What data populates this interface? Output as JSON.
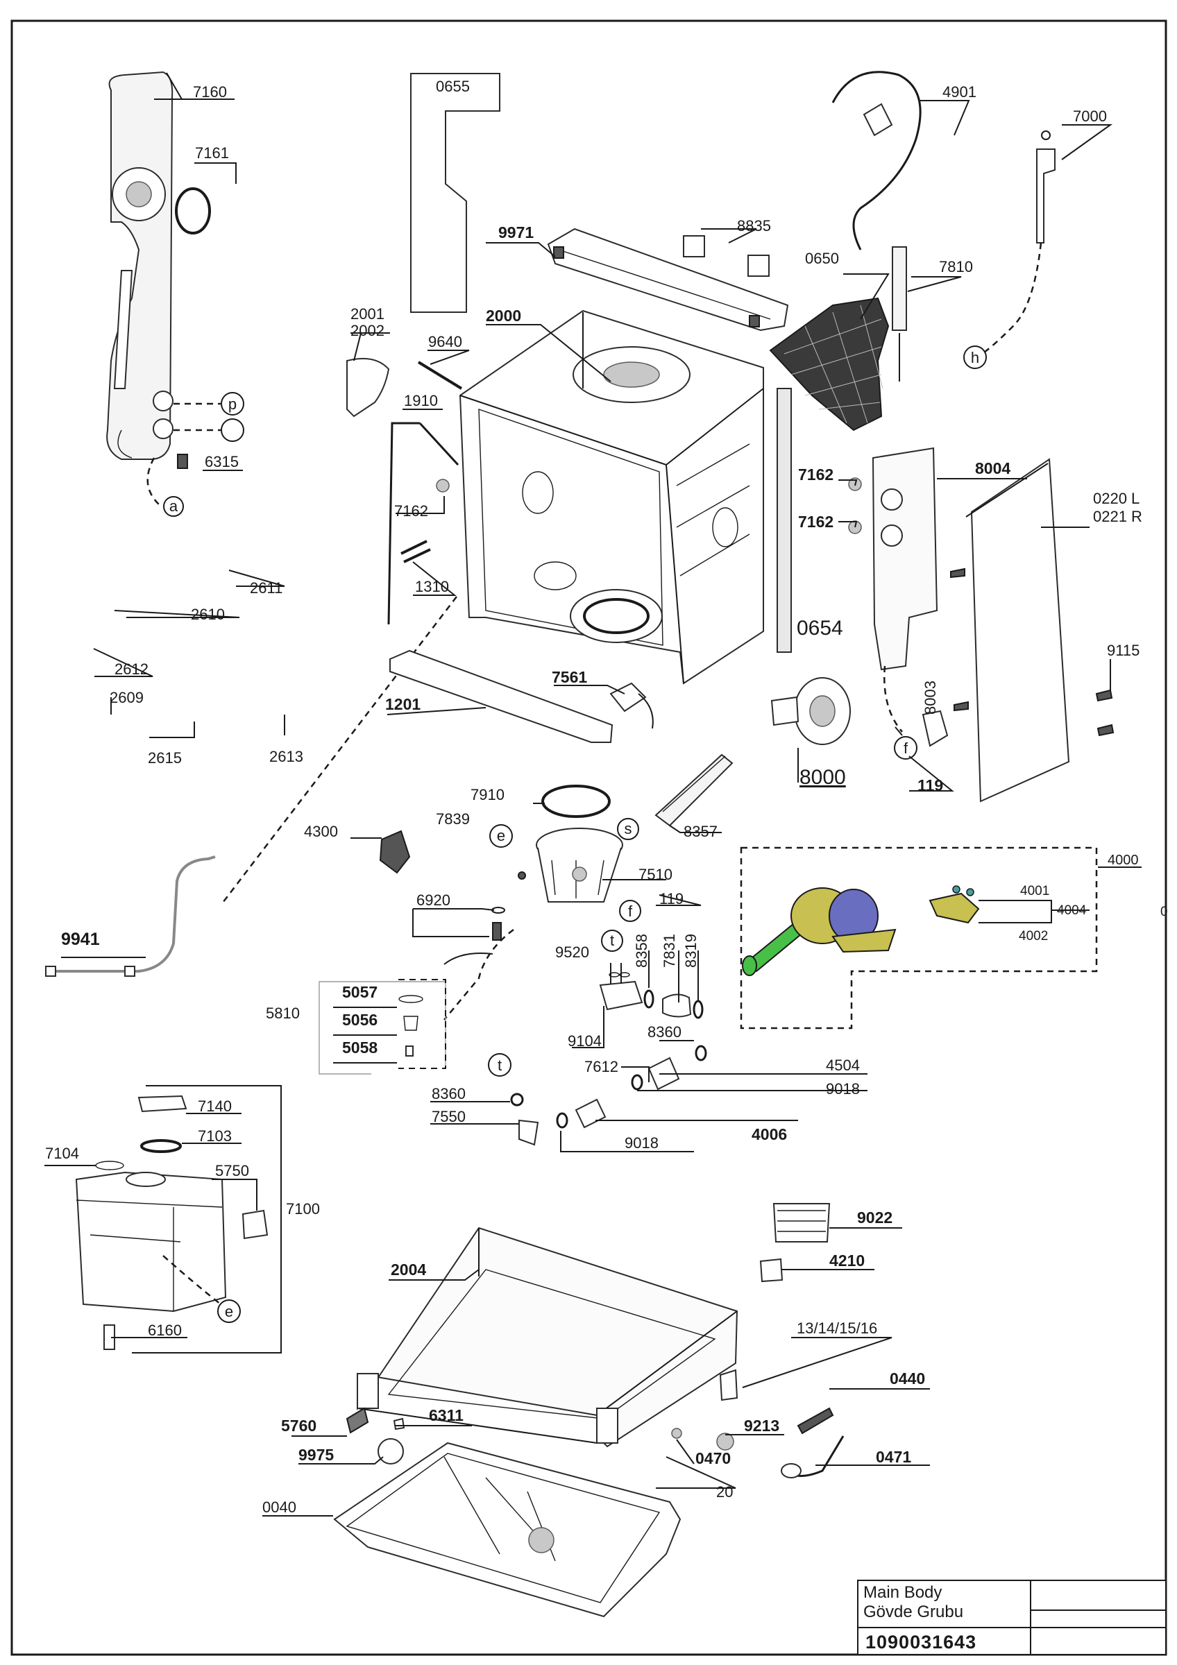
{
  "colors": {
    "line": "#1a1a1a",
    "part_fill": "#f4f4f4",
    "pump_blue": "#6a6ec0",
    "pump_green": "#48c048",
    "pump_yellow": "#c8c050"
  },
  "title_block": {
    "line1": "Main Body",
    "line2": "Gövde Grubu",
    "part_number": "1090031643"
  },
  "callouts": {
    "p": "p",
    "a": "a",
    "h": "h",
    "e1": "e",
    "e2": "e",
    "s": "s",
    "f1": "f",
    "f2": "f",
    "t1": "t",
    "t2": "t"
  },
  "labels": {
    "l7160": "7160",
    "l7161": "7161",
    "l6315": "6315",
    "l0655": "0655",
    "l9971": "9971",
    "l8835": "8835",
    "l4901": "4901",
    "l7000": "7000",
    "l0650": "0650",
    "l7810": "7810",
    "l2001": "2001",
    "l2002": "2002",
    "l2000": "2000",
    "l9640": "9640",
    "l1910": "1910",
    "l7162a": "7162",
    "l1310": "1310",
    "l2611": "2611",
    "l2610": "2610",
    "l2612": "2612",
    "l2609": "2609",
    "l2615": "2615",
    "l2613": "2613",
    "l1201": "1201",
    "l7561": "7561",
    "l7162b": "7162",
    "l7162c": "7162",
    "l8004": "8004",
    "l0220": "0220 L",
    "l0221": "0221 R",
    "l0654": "0654",
    "l8003": "8003",
    "l9115": "9115",
    "l8000": "8000",
    "l119a": "119",
    "l7910": "7910",
    "l7839": "7839",
    "l8357": "8357",
    "l4300": "4300",
    "l7510": "7510",
    "l119b": "119",
    "l6920": "6920",
    "l9941": "9941",
    "l4000": "4000",
    "l4001": "4001",
    "l4004": "4004",
    "l4002": "4002",
    "l9520": "9520",
    "l8358": "8358",
    "l7831": "7831",
    "l8319": "8319",
    "l5057": "5057",
    "l5810": "5810",
    "l5056": "5056",
    "l5058": "5058",
    "l9104": "9104",
    "l8360a": "8360",
    "l7612": "7612",
    "l4504": "4504",
    "l9018a": "9018",
    "l8360b": "8360",
    "l7550": "7550",
    "l4006": "4006",
    "l9018b": "9018",
    "l7140": "7140",
    "l7103": "7103",
    "l7104": "7104",
    "l5750": "5750",
    "l7100": "7100",
    "l6160": "6160",
    "l9022": "9022",
    "l4210": "4210",
    "l2004": "2004",
    "l131416": "13/14/15/16",
    "l0440": "0440",
    "l5760": "5760",
    "l6311": "6311",
    "l9213": "9213",
    "l9975": "9975",
    "l0470": "0470",
    "l0471": "0471",
    "l20": "20",
    "l0040": "0040",
    "stray": "0"
  }
}
